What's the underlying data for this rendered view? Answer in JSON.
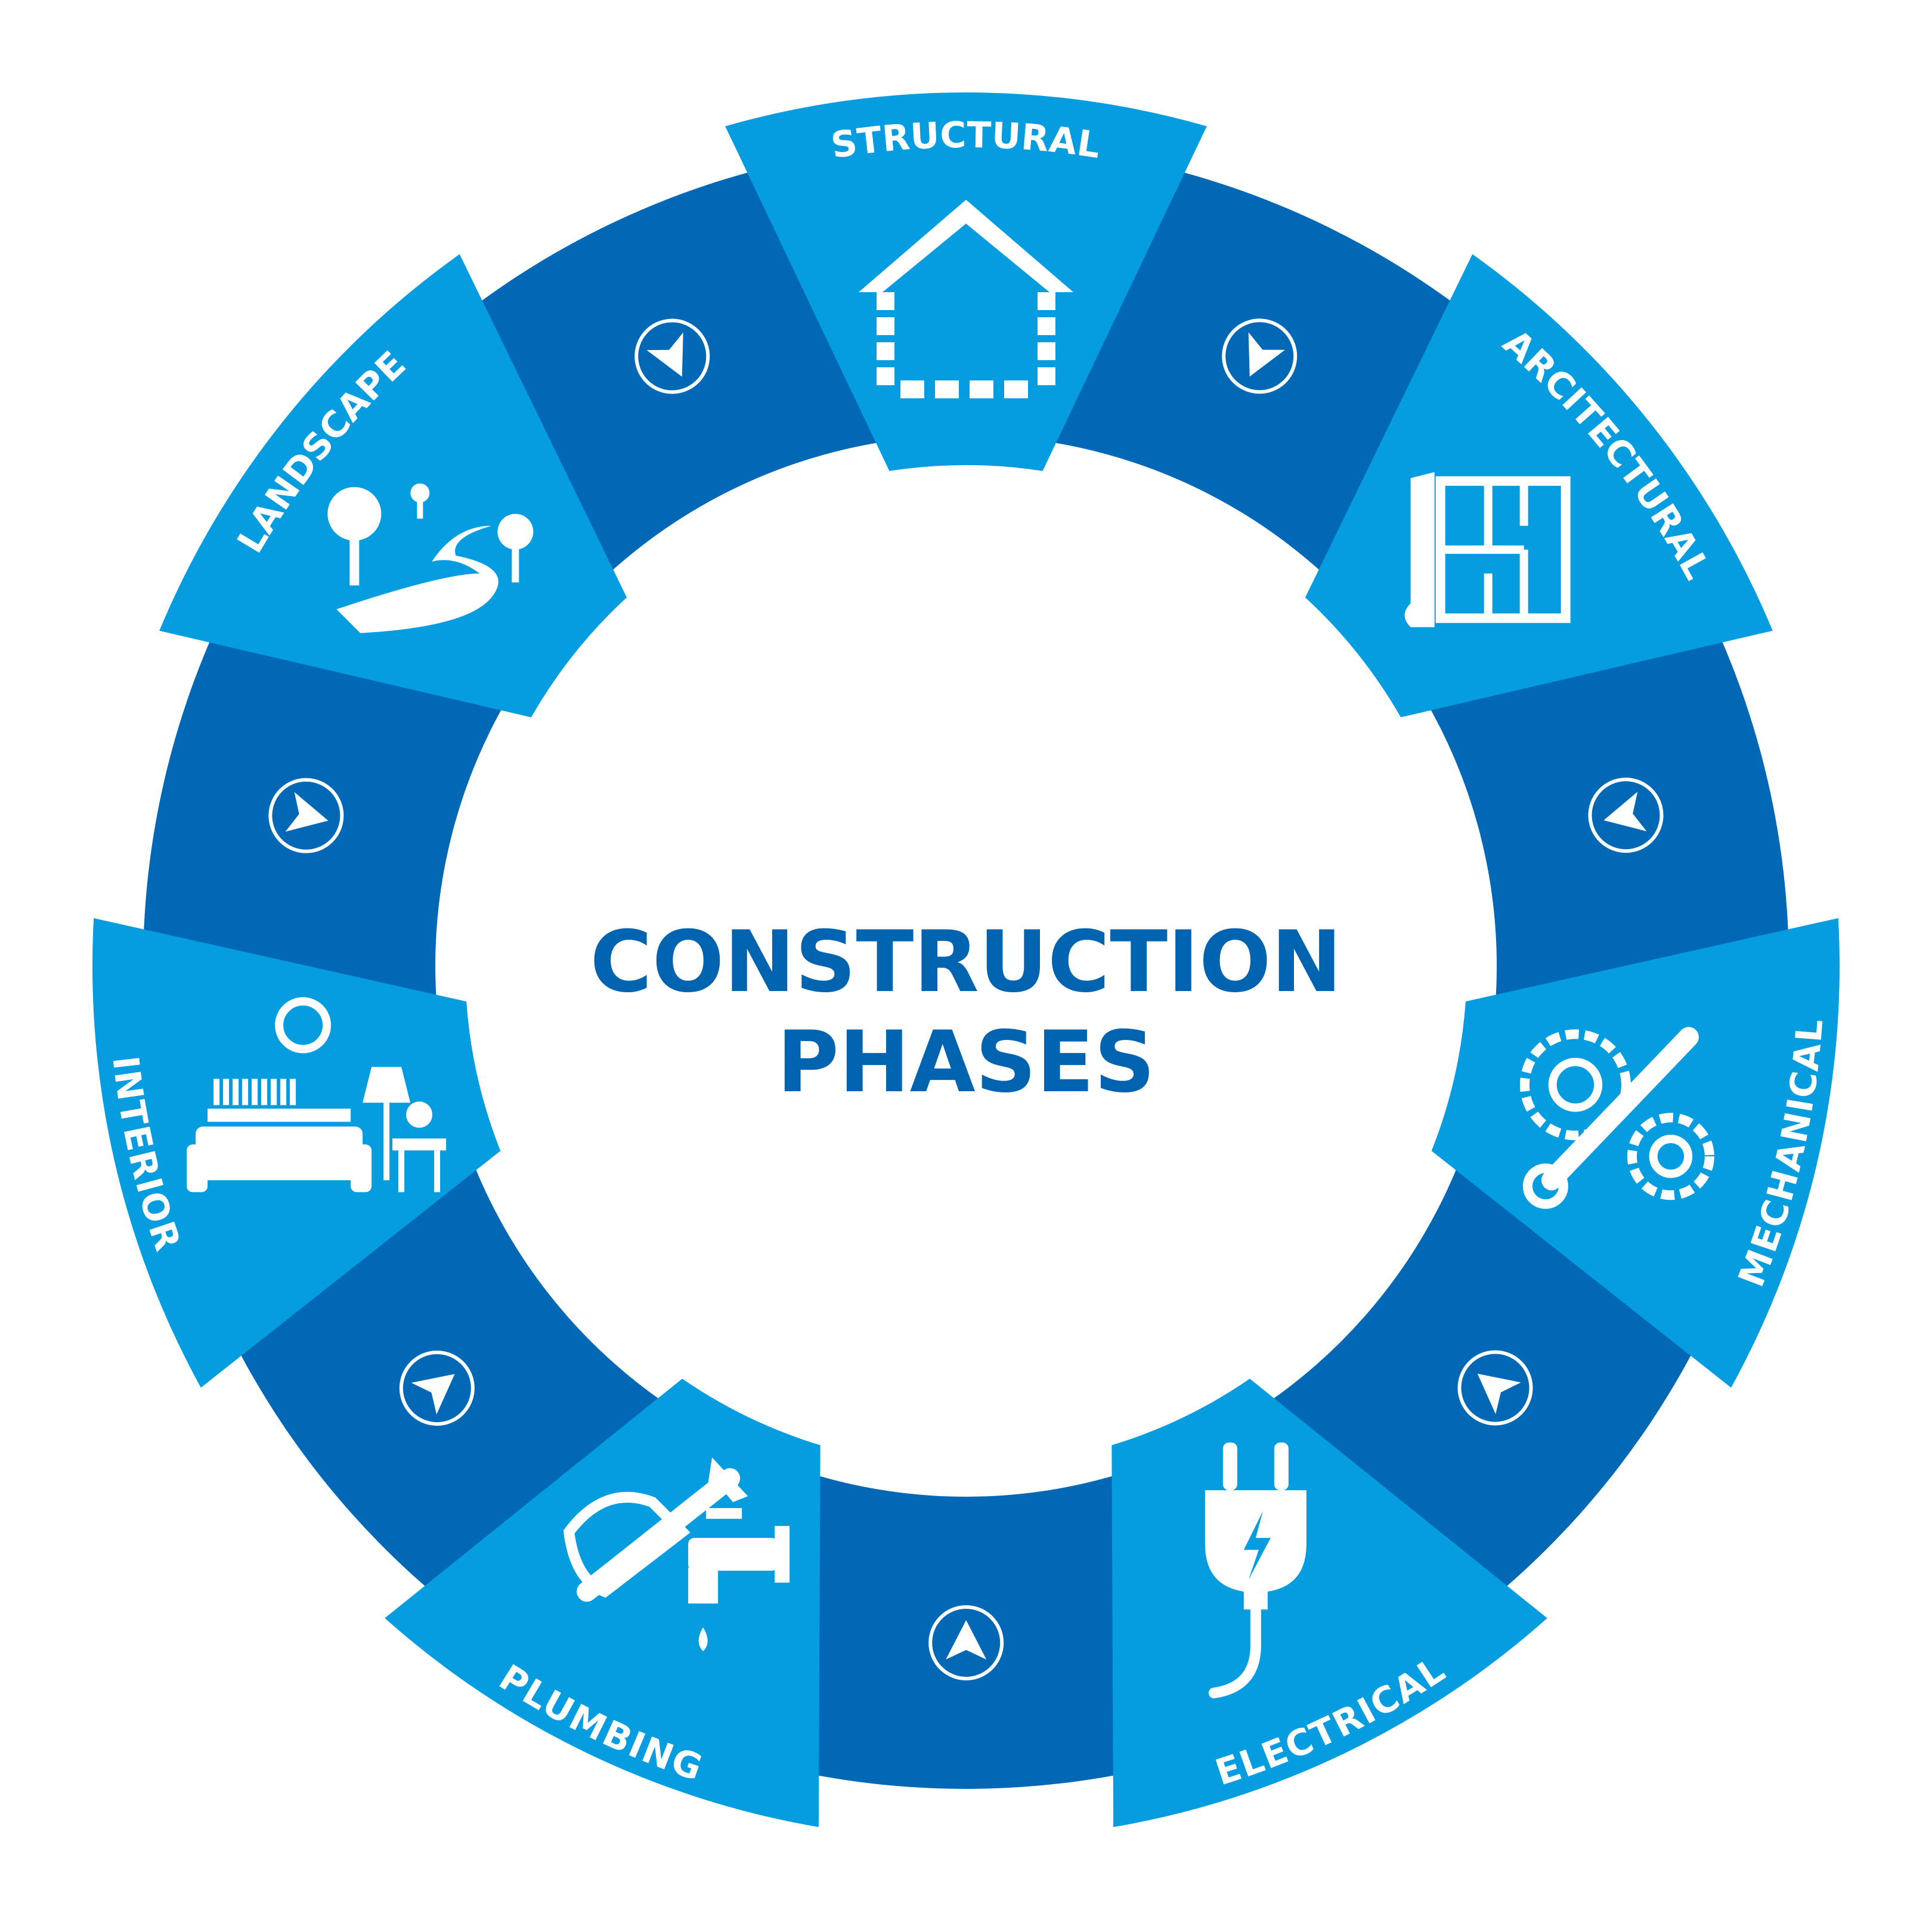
{
  "title": {
    "line1": "CONSTRUCTION",
    "line2": "PHASES"
  },
  "colors": {
    "ring": "#0068b5",
    "segment": "#069de0",
    "title": "#0063b0",
    "glyph": "#ffffff"
  },
  "phases": [
    {
      "label": "STRUCTURAL",
      "icon": "house-frame-icon"
    },
    {
      "label": "ARCITECTURAL",
      "icon": "floor-plan-icon"
    },
    {
      "label": "MECHANICAL",
      "icon": "gears-wrench-icon"
    },
    {
      "label": "ELECTRICAL",
      "icon": "plug-icon"
    },
    {
      "label": "PLUMBING",
      "icon": "wrench-faucet-icon"
    },
    {
      "label": "INTERIOR",
      "icon": "living-room-icon"
    },
    {
      "label": "LANDSCAPE",
      "icon": "park-path-icon"
    }
  ],
  "connectors": [
    {
      "icon": "arrow-circle-icon"
    },
    {
      "icon": "arrow-circle-icon"
    },
    {
      "icon": "arrow-circle-icon"
    },
    {
      "icon": "arrow-circle-icon"
    },
    {
      "icon": "arrow-circle-icon"
    },
    {
      "icon": "arrow-circle-icon"
    },
    {
      "icon": "arrow-circle-icon"
    }
  ]
}
